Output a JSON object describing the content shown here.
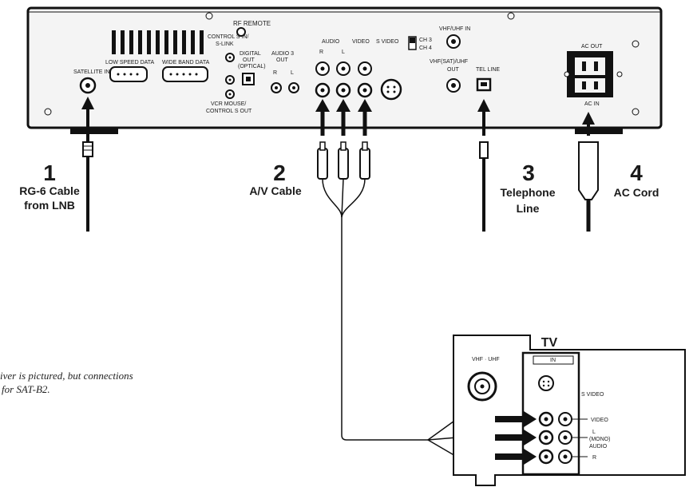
{
  "receiver": {
    "panel_labels": {
      "rf_remote": "RF REMOTE",
      "control_s_in": "CONTROL S IN/",
      "s_link": "S-LINK",
      "digital_out": "DIGITAL",
      "digital_out_2": "OUT",
      "digital_out_3": "(OPTICAL)",
      "audio3_out": "AUDIO 3",
      "audio3_out_2": "OUT",
      "r": "R",
      "l": "L",
      "vcr_mouse": "VCR MOUSE/",
      "control_s_out": "CONTROL S OUT",
      "satellite_in": "SATELLITE IN",
      "low_speed_data": "LOW SPEED DATA",
      "wide_band_data": "WIDE BAND DATA",
      "audio": "AUDIO",
      "video": "VIDEO",
      "s_video": "S VIDEO",
      "ch3": "CH 3",
      "ch4": "CH 4",
      "vhf_uhf_in": "VHF/UHF IN",
      "vhf_sat_uhf": "VHF(SAT)/UHF",
      "out": "OUT",
      "tel_line": "TEL LINE",
      "ac_out": "AC OUT",
      "ac_in": "AC IN"
    }
  },
  "connections": [
    {
      "number": "1",
      "line1": "RG-6 Cable",
      "line2": "from LNB"
    },
    {
      "number": "2",
      "line1": "A/V Cable",
      "line2": ""
    },
    {
      "number": "3",
      "line1": "Telephone",
      "line2": "Line"
    },
    {
      "number": "4",
      "line1": "AC Cord",
      "line2": ""
    }
  ],
  "tv": {
    "title": "TV",
    "vhf_uhf": "VHF · UHF",
    "in": "IN",
    "s_video": "S VIDEO",
    "video": "VIDEO",
    "l": "L",
    "mono": "(MONO)",
    "audio": "AUDIO",
    "r": "R"
  },
  "note": {
    "line1": "iver is pictured, but connections",
    "line2": "for SAT-B2."
  }
}
